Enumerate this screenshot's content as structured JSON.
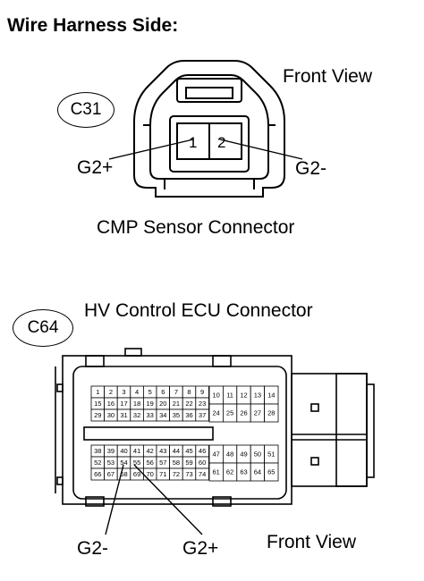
{
  "title": "Wire Harness Side:",
  "connector1": {
    "code": "C31",
    "name": "CMP Sensor Connector",
    "view": "Front View",
    "pins": [
      "1",
      "2"
    ],
    "labels": {
      "left": "G2+",
      "right": "G2-"
    }
  },
  "connector2": {
    "code": "C64",
    "name": "HV Control ECU Connector",
    "view": "Front View",
    "labels": {
      "left": "G2-",
      "right": "G2+"
    },
    "pins_block_a": [
      [
        "1",
        "2",
        "3",
        "4",
        "5",
        "6",
        "7",
        "8",
        "9"
      ],
      [
        "15",
        "16",
        "17",
        "18",
        "19",
        "20",
        "21",
        "22",
        "23"
      ],
      [
        "29",
        "30",
        "31",
        "32",
        "33",
        "34",
        "35",
        "36",
        "37"
      ]
    ],
    "pins_block_b": [
      [
        "10",
        "11",
        "12",
        "13",
        "14"
      ],
      [
        "24",
        "25",
        "26",
        "27",
        "28"
      ]
    ],
    "pins_block_c": [
      [
        "38",
        "39",
        "40",
        "41",
        "42",
        "43",
        "44",
        "45",
        "46"
      ],
      [
        "52",
        "53",
        "54",
        "55",
        "56",
        "57",
        "58",
        "59",
        "60"
      ],
      [
        "66",
        "67",
        "68",
        "69",
        "70",
        "71",
        "72",
        "73",
        "74"
      ]
    ],
    "pins_block_d": [
      [
        "47",
        "48",
        "49",
        "50",
        "51"
      ],
      [
        "61",
        "62",
        "63",
        "64",
        "65"
      ]
    ]
  }
}
